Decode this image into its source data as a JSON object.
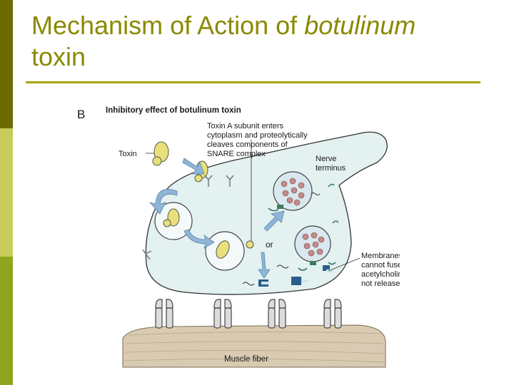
{
  "title": {
    "prefix": "Mechanism of Action of ",
    "italic": "botulinum",
    "suffix": "toxin"
  },
  "figure": {
    "panel_letter": "B",
    "heading": "Inhibitory effect of botulinum toxin",
    "label_toxin": "Toxin",
    "subunit_note": [
      "Toxin A subunit enters",
      "cytoplasm and proteolytically",
      "cleaves components of",
      "SNARE complex"
    ],
    "nerve_terminus": [
      "Nerve",
      "terminus"
    ],
    "or_label": "or",
    "membranes_note": [
      "Membranes",
      "cannot fuse;",
      "acetylcholine",
      "not released"
    ],
    "muscle_label": "Muscle fiber"
  },
  "colors": {
    "sidebar_dark": "#6b6b00",
    "sidebar_light": "#c8cc5a",
    "sidebar_mid": "#8fa51e",
    "title": "#8a8a00",
    "rule": "#a6a600",
    "cell_fill": "#e3f1f1",
    "toxin_yellow": "#e8e07a",
    "vesicle_fill": "#d8e8ee",
    "ach_dot": "#c48a8a",
    "snare_green": "#3c7d5c",
    "muscle_fill": "#d9cbb2"
  }
}
